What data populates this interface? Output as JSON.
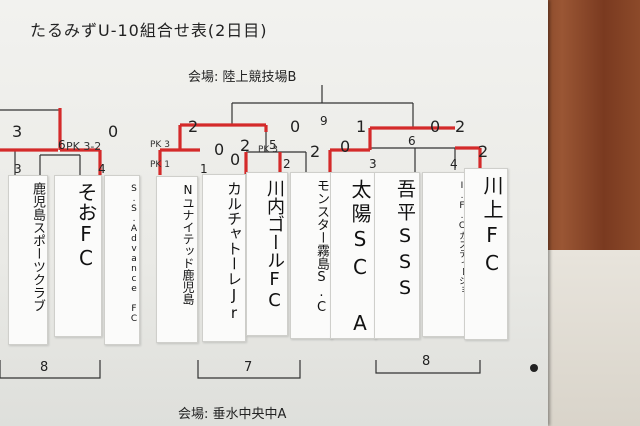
{
  "title": "たるみずU-10組合せ表(2日目)",
  "venue_top": "会場: 陸上競技場B",
  "venue_bottom": "会場: 垂水中央中A",
  "teams": [
    {
      "name": "鹿児島スポーツクラブ",
      "size": 13
    },
    {
      "name": "そおFC",
      "size": 20
    },
    {
      "name": "S.S.Advance FC",
      "size": 9
    },
    {
      "name": "Nユナイテッド鹿児島",
      "size": 12
    },
    {
      "name": "カルチャトーレJr",
      "size": 15
    },
    {
      "name": "川内ゴールFC",
      "size": 18
    },
    {
      "name": "モンスター霧島S.C",
      "size": 13
    },
    {
      "name": "太陽SC A",
      "size": 20
    },
    {
      "name": "吾平SSS",
      "size": 19
    },
    {
      "name": "I.F.Cカスティージョ",
      "size": 9
    },
    {
      "name": "川上FC",
      "size": 20
    }
  ],
  "match_numbers": {
    "m6_left": "6",
    "m5": "5",
    "m9": "9",
    "m6_right": "6"
  },
  "seeds": {
    "s3a": "3",
    "s4a": "4",
    "s1": "1",
    "s2": "2",
    "s3b": "3",
    "s4b": "4"
  },
  "scores": {
    "a1": "3",
    "a2": "0",
    "pk_a": "PK 3-2",
    "b1": "2",
    "b2": "0",
    "b3": "2",
    "b4": "0",
    "pk_b1": "PK 3",
    "pk_b2": "PK 1",
    "c1": "0",
    "c2": "2",
    "pk_c": "PK 3",
    "d1": "1",
    "d2": "0",
    "d3": "0",
    "d4": "2",
    "d5": "2"
  },
  "groups": {
    "g1": "8",
    "g2": "7",
    "g3": "8"
  }
}
